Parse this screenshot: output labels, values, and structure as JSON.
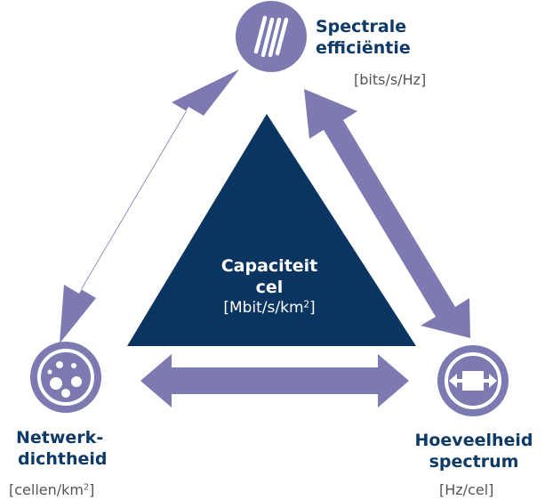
{
  "colors": {
    "arrow": "#7c7ab1",
    "circle": "#7c7ab1",
    "triangle": "#0b3561",
    "heading": "#0d3a66",
    "unit": "#555555"
  },
  "center": {
    "title_line1": "Capaciteit",
    "title_line2": "cel",
    "unit_prefix": "[Mbit/s/km",
    "unit_sup": "2",
    "unit_suffix": "]"
  },
  "top": {
    "icon": "spectrum-waves-icon",
    "title_line1": "Spectrale",
    "title_line2": "efficiëntie",
    "unit": "[bits/s/Hz]"
  },
  "left": {
    "icon": "cell-density-dots-icon",
    "title_line1": "Netwerk-",
    "title_line2": "dichtheid",
    "unit_prefix": "[cellen/km",
    "unit_sup": "2",
    "unit_suffix": "]"
  },
  "right": {
    "icon": "spectrum-bandwidth-icon",
    "title_line1": "Hoeveelheid",
    "title_line2": "spectrum",
    "unit": "[Hz/cel]"
  }
}
